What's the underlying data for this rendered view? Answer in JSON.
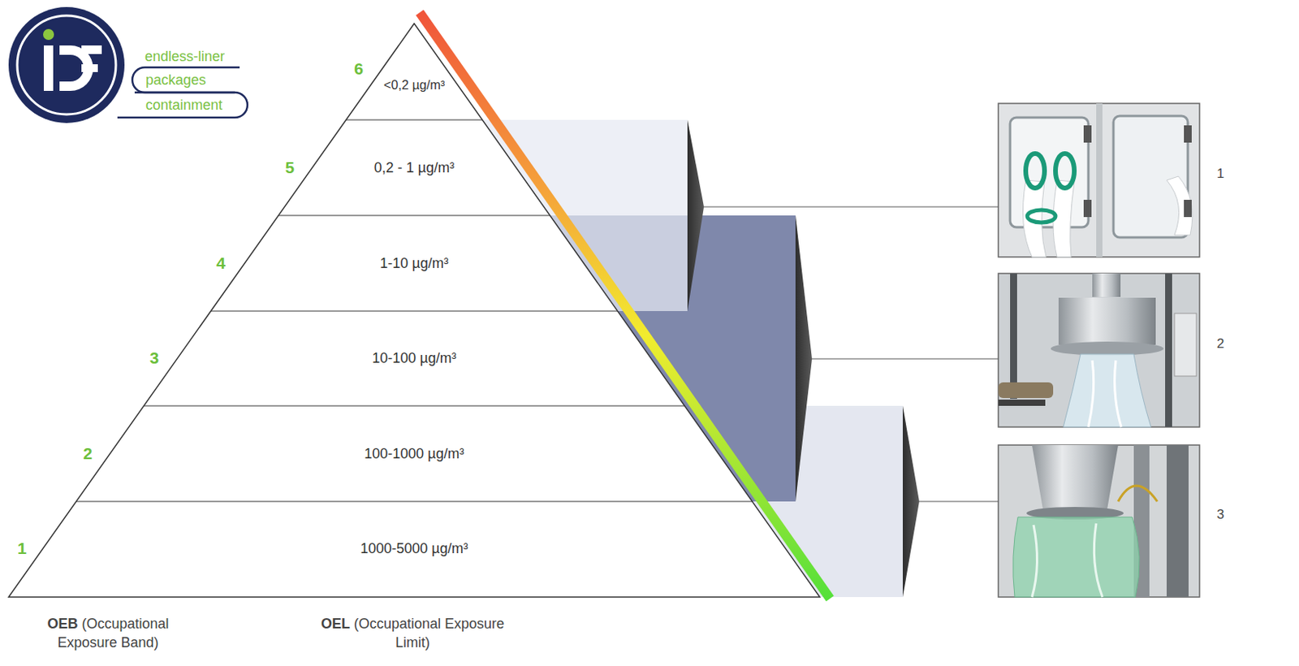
{
  "diagram": {
    "nodes": [
      {
        "text": [
          "6",
          "<0,2 µg/m³"
        ]
      },
      {
        "text": [
          "5",
          "0,2 - 1 µg/m³"
        ]
      },
      {
        "text": [
          "4",
          "1-10 µg/m³"
        ]
      },
      {
        "text": [
          "3",
          "10-100 µg/m³"
        ]
      },
      {
        "text": [
          "2",
          "100-1000 µg/m³"
        ]
      },
      {
        "text": [
          "1",
          "1000-5000 µg/m³"
        ]
      },
      {
        "text": [
          "1"
        ]
      },
      {
        "text": [
          "2"
        ]
      },
      {
        "text": [
          "3"
        ]
      }
    ],
    "labels": [
      "endless-liner",
      "packages",
      "containment",
      "OEB",
      "(Occupational Exposure Band)",
      "OEL",
      "(Occupational Exposure Limit)"
    ]
  }
}
